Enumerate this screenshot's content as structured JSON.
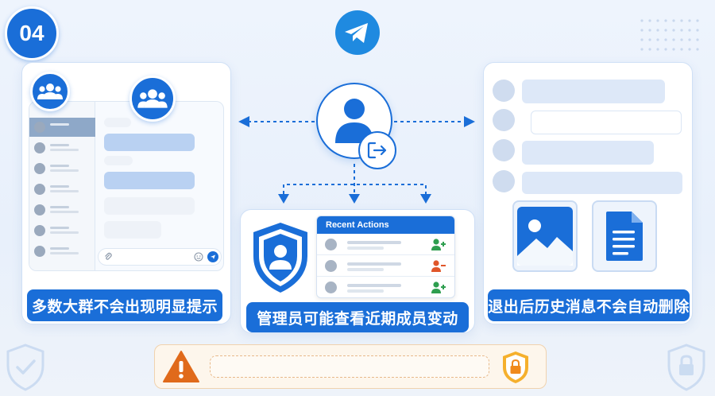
{
  "step_number": "04",
  "recent_actions": {
    "title": "Recent Actions",
    "rows": [
      {
        "action": "member-added",
        "icon": "user-plus-icon",
        "color": "#2e9e4f"
      },
      {
        "action": "member-removed",
        "icon": "user-minus-icon",
        "color": "#e0562a"
      },
      {
        "action": "member-added",
        "icon": "user-plus-icon",
        "color": "#2e9e4f"
      }
    ]
  },
  "captions": {
    "left": "多数大群不会出现明显提示",
    "center": "管理员可能查看近期成员变动",
    "right": "退出后历史消息不会自动删除"
  },
  "colors": {
    "brand_blue": "#1a6ed8",
    "warning_orange": "#e06a1b",
    "add_green": "#2e9e4f",
    "remove_red": "#e0562a"
  },
  "icons": [
    "telegram-logo",
    "group-icon",
    "user-icon",
    "exit-icon",
    "shield-user-icon",
    "image-file-icon",
    "document-file-icon",
    "warning-icon",
    "lock-shield-icon",
    "check-shield-icon"
  ]
}
